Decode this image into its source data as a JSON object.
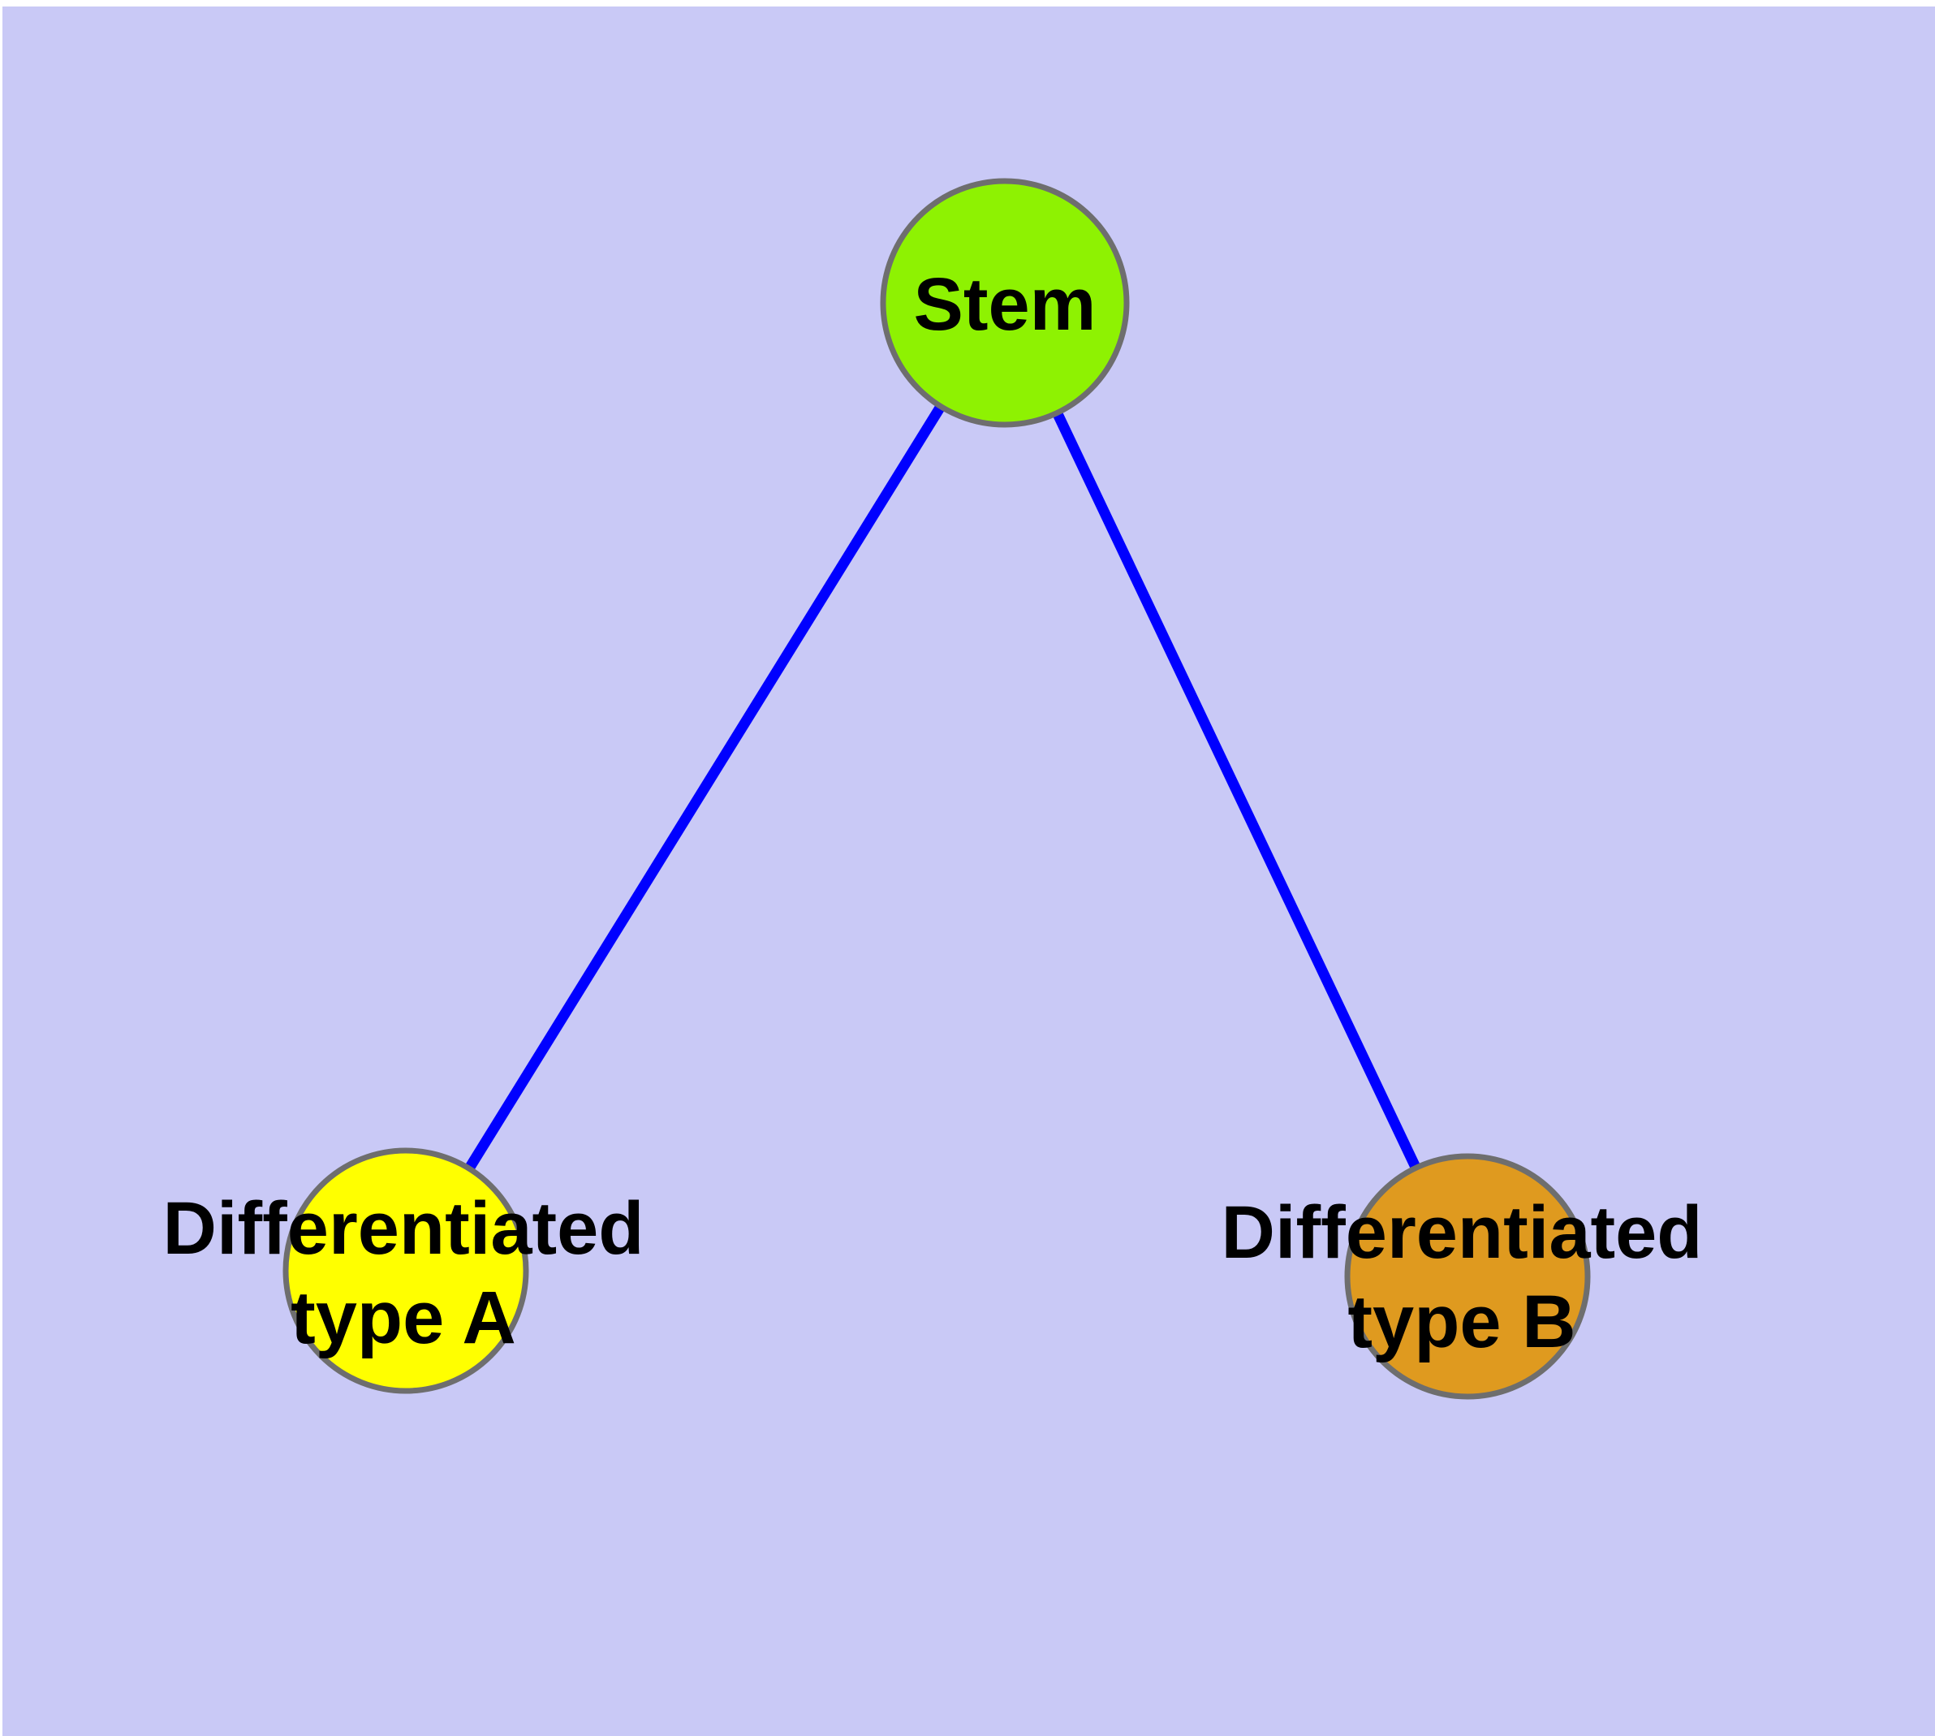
{
  "diagram": {
    "type": "graph",
    "background_color": "#C9C9F6",
    "page_margin_color": "#FFFFFF",
    "edge_color": "#0000FF",
    "node_border_color": "#6E6E6E",
    "label_color": "#000000",
    "nodes": [
      {
        "id": "stem",
        "label": "Stem",
        "color": "#8EF202"
      },
      {
        "id": "type-a",
        "label": "Differentiated\ntype A",
        "color": "#FFFF00"
      },
      {
        "id": "type-b",
        "label": "Differentiated\ntype B",
        "color": "#DF9A1F"
      }
    ],
    "edges": [
      {
        "from": "Stem",
        "to": "Differentiated type A"
      },
      {
        "from": "Stem",
        "to": "Differentiated type B"
      }
    ]
  }
}
